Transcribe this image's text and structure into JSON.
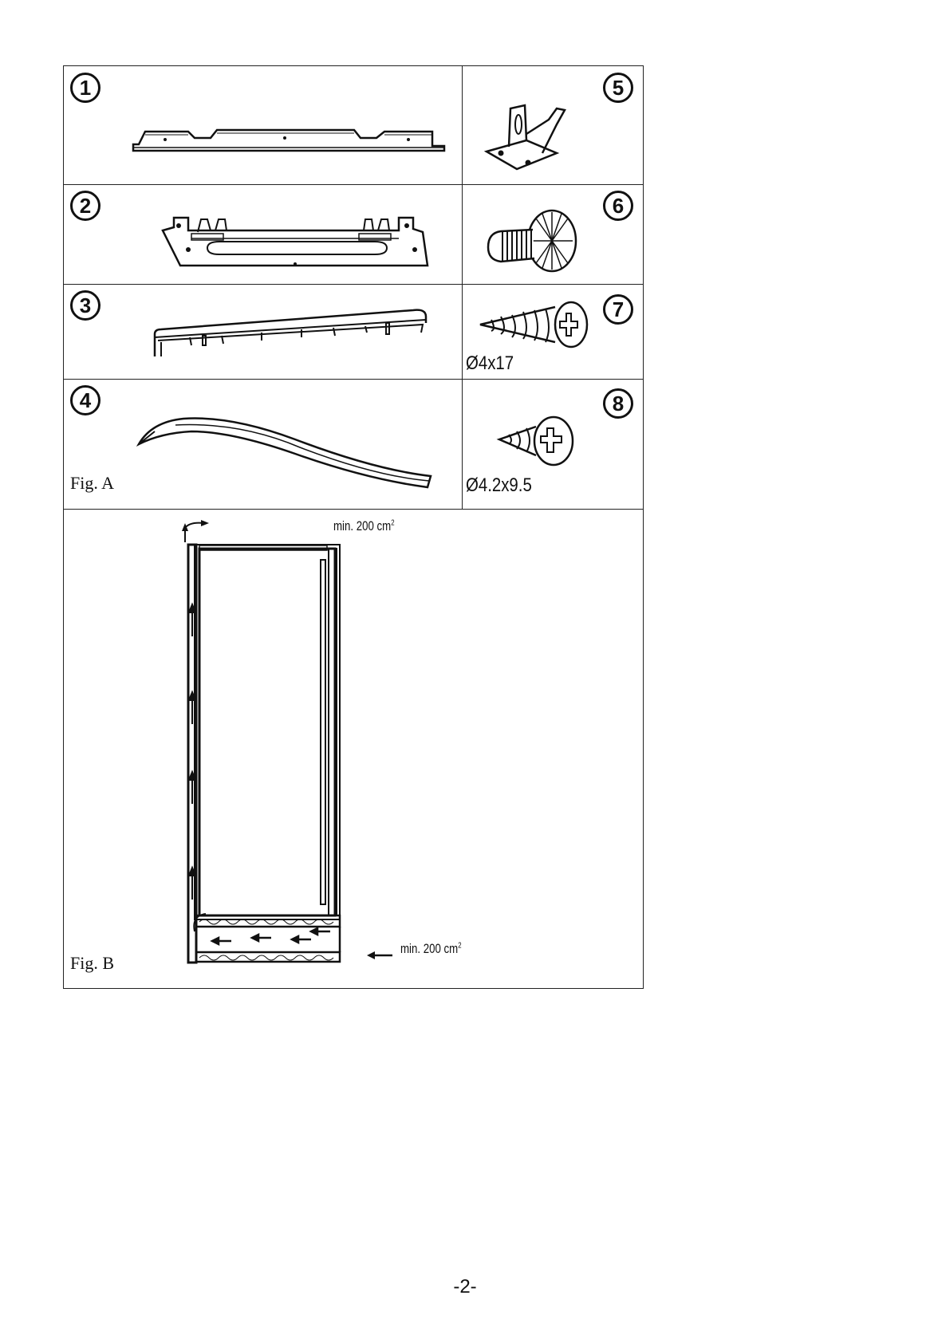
{
  "parts": {
    "p1": "1",
    "p2": "2",
    "p3": "3",
    "p4": "4",
    "p5": "5",
    "p6": "6",
    "p7": "7",
    "p8": "8"
  },
  "dims": {
    "screw7": "Ø4x17",
    "screw8": "Ø4.2x9.5"
  },
  "figures": {
    "a": "Fig. A",
    "b": "Fig. B"
  },
  "ventilation": {
    "top": "min. 200 cm",
    "bottom": "min. 200 cm",
    "exp": "2"
  },
  "page_number": "-2-"
}
